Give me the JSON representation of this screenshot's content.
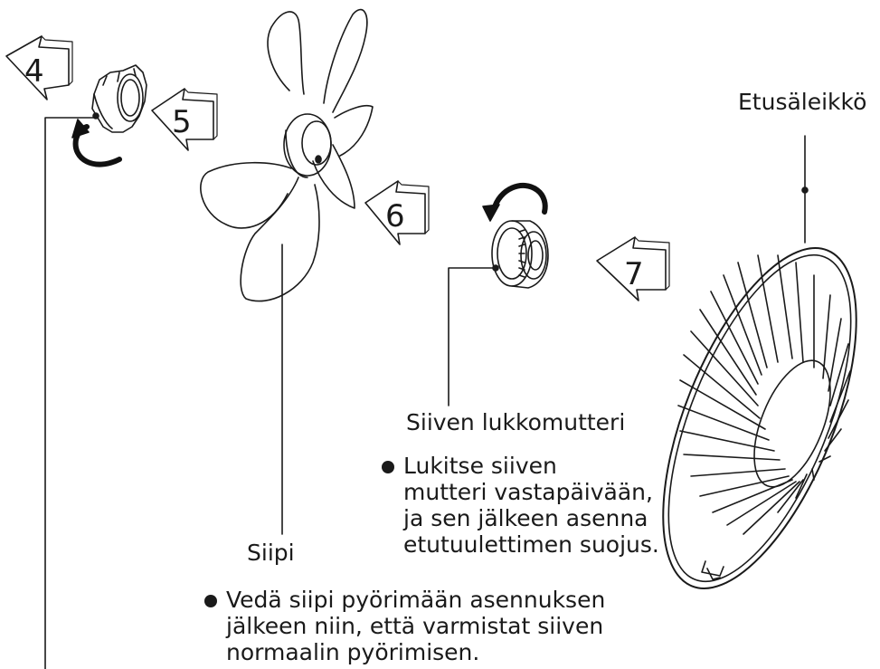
{
  "steps": [
    "4",
    "5",
    "6",
    "7"
  ],
  "labels": {
    "front_guard": "Etusäleikkö",
    "blade_nut": "Siiven lukkomutteri",
    "blade": "Siipi"
  },
  "notes": {
    "blade_nut": "Lukitse siiven\nmutteri vastapäivään,\nja sen jälkeen asenna\netutuulettimen suojus.",
    "blade": "Vedä siipi pyörimään asennuksen\njälkeen niin, että varmistat siiven\nnormaalin pyörimisen."
  },
  "icons": [
    "rear-nut-icon",
    "fan-blade-icon",
    "blade-lock-nut-icon",
    "front-guard-icon",
    "rotation-arrow-icon",
    "step-arrow-icon"
  ]
}
